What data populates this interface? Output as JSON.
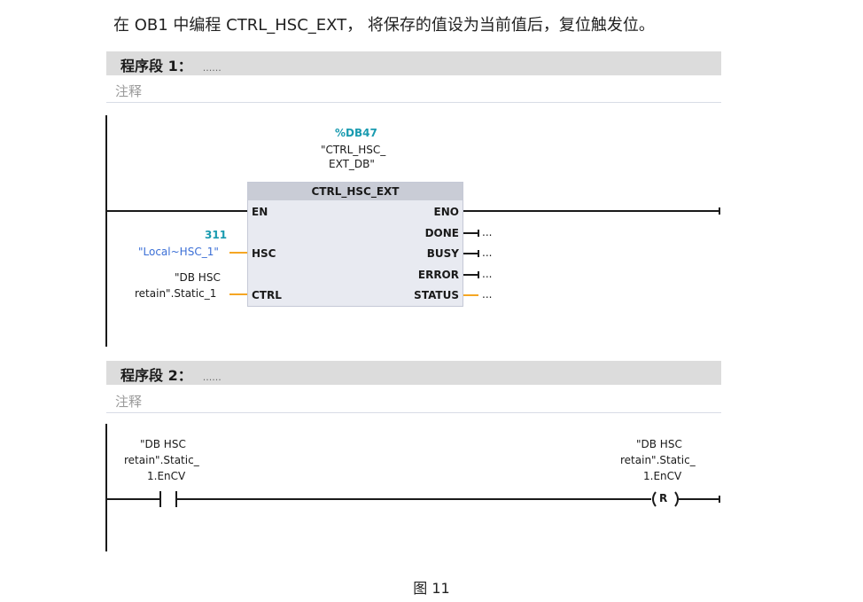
{
  "intro_text": "在 OB1 中编程 CTRL_HSC_EXT， 将保存的值设为当前值后，复位触发位。",
  "network1": {
    "title": "程序段 1：",
    "dots": "......",
    "comment": "注释",
    "instance_address": "%DB47",
    "instance_name_line1": "\"CTRL_HSC_",
    "instance_name_line2": "EXT_DB\"",
    "block_name": "CTRL_HSC_EXT",
    "pins_in": [
      "EN",
      "HSC",
      "CTRL"
    ],
    "pins_out": [
      "ENO",
      "DONE",
      "BUSY",
      "ERROR",
      "STATUS"
    ],
    "hsc_value": "311",
    "hsc_operand": "\"Local~HSC_1\"",
    "ctrl_operand_line1": "\"DB HSC",
    "ctrl_operand_line2": "retain\".Static_1",
    "out_placeholder": "..."
  },
  "network2": {
    "title": "程序段 2：",
    "dots": "......",
    "comment": "注释",
    "contact_line1": "\"DB HSC",
    "contact_line2": "retain\".Static_",
    "contact_line3": "1.EnCV",
    "coil_line1": "\"DB HSC",
    "coil_line2": "retain\".Static_",
    "coil_line3": "1.EnCV",
    "coil_symbol": "R"
  },
  "caption": "图 11",
  "colors": {
    "header_bg": "#dcdcdc",
    "teal": "#1a9bb0",
    "operand_blue": "#3b6fd6",
    "wire_orange": "#f5a623",
    "block_bg": "#e8eaf1"
  }
}
